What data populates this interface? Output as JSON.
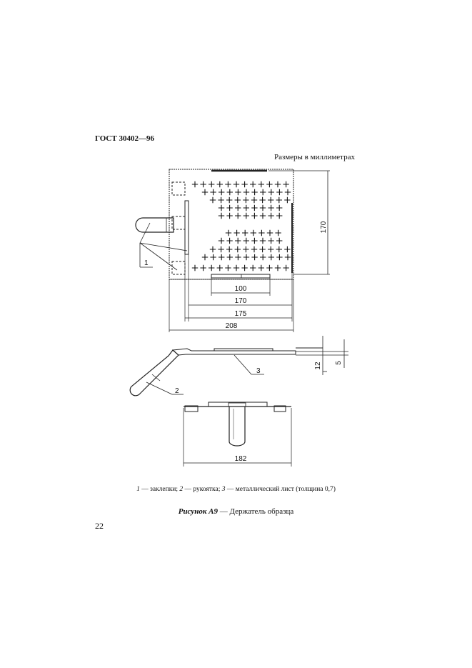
{
  "header": {
    "standard": "ГОСТ 30402—96"
  },
  "units_note": "Размеры в миллиметрах",
  "dimensions": {
    "d100": "100",
    "d170_bottom": "170",
    "d175": "175",
    "d208": "208",
    "d170_side": "170",
    "d12": "12",
    "d5": "5",
    "d182": "182"
  },
  "callouts": {
    "c1": "1",
    "c2": "2",
    "c3": "3"
  },
  "legend": {
    "n1": "1",
    "t1": " — заклепки; ",
    "n2": "2",
    "t2": " — рукоятка; ",
    "n3": "3",
    "t3": " — металлический лист (толщина 0,7)"
  },
  "caption": {
    "label": "Рисунок А9",
    "text": " — Держатель образца"
  },
  "page_number": "22"
}
